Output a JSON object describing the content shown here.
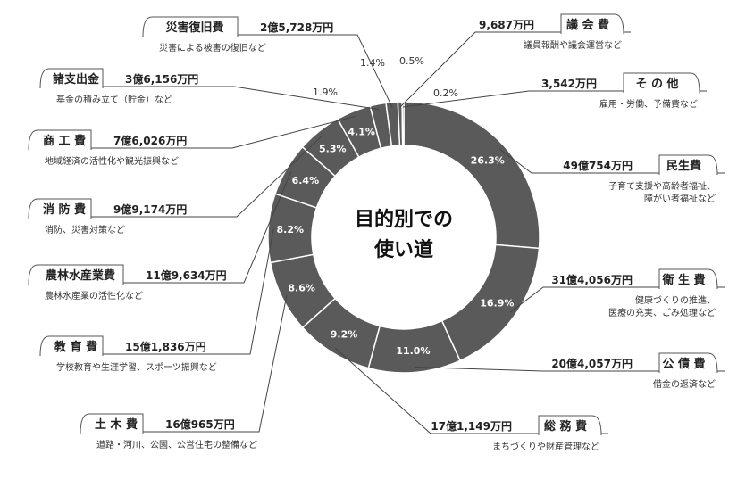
{
  "chart_data": {
    "type": "pie",
    "center_title_line1": "目的別での",
    "center_title_line2": "使い道",
    "slices": [
      {
        "name": "民生費",
        "value": 26.3,
        "pct_label": "26.3%",
        "amount": "49億754万円",
        "desc": [
          "子育て支援や高齢者福祉、",
          "障がい者福祉など"
        ]
      },
      {
        "name": "衛 生 費",
        "value": 16.9,
        "pct_label": "16.9%",
        "amount": "31億4,056万円",
        "desc": [
          "健康づくりの推進、",
          "医療の充実、ごみ処理など"
        ]
      },
      {
        "name": "公 債 費",
        "value": 11.0,
        "pct_label": "11.0%",
        "amount": "20億4,057万円",
        "desc": [
          "借金の返済など"
        ]
      },
      {
        "name": "総 務 費",
        "value": 9.2,
        "pct_label": "9.2%",
        "amount": "17億1,149万円",
        "desc": [
          "まちづくりや財産管理など"
        ]
      },
      {
        "name": "土 木 費",
        "value": 8.6,
        "pct_label": "8.6%",
        "amount": "16億965万円",
        "desc": [
          "道路・河川、公園、公営住宅の整備など"
        ]
      },
      {
        "name": "教 育 費",
        "value": 8.2,
        "pct_label": "8.2%",
        "amount": "15億1,836万円",
        "desc": [
          "学校教育や生涯学習、スポーツ振興など"
        ]
      },
      {
        "name": "農林水産業費",
        "value": 6.4,
        "pct_label": "6.4%",
        "amount": "11億9,634万円",
        "desc": [
          "農林水産業の活性化など"
        ]
      },
      {
        "name": "消 防 費",
        "value": 5.3,
        "pct_label": "5.3%",
        "amount": "9億9,174万円",
        "desc": [
          "消防、災害対策など"
        ]
      },
      {
        "name": "商 工 費",
        "value": 4.1,
        "pct_label": "4.1%",
        "amount": "7億6,026万円",
        "desc": [
          "地域経済の活性化や観光振興など"
        ]
      },
      {
        "name": "諸支出金",
        "value": 1.9,
        "pct_label": "1.9%",
        "amount": "3億6,156万円",
        "desc": [
          "基金の積み立て（貯金）など"
        ]
      },
      {
        "name": "災害復旧費",
        "value": 1.4,
        "pct_label": "1.4%",
        "amount": "2億5,728万円",
        "desc": [
          "災害による被害の復旧など"
        ]
      },
      {
        "name": "議 会 費",
        "value": 0.5,
        "pct_label": "0.5%",
        "amount": "9,687万円",
        "desc": [
          "議員報酬や議会運営など"
        ]
      },
      {
        "name": "そ の 他",
        "value": 0.2,
        "pct_label": "0.2%",
        "amount": "3,542万円",
        "desc": [
          "雇用・労働、予備費など"
        ]
      }
    ],
    "colors": {
      "ring": "#5a5a5a",
      "separator": "#ffffff",
      "text_on_ring": "#ffffff"
    }
  }
}
